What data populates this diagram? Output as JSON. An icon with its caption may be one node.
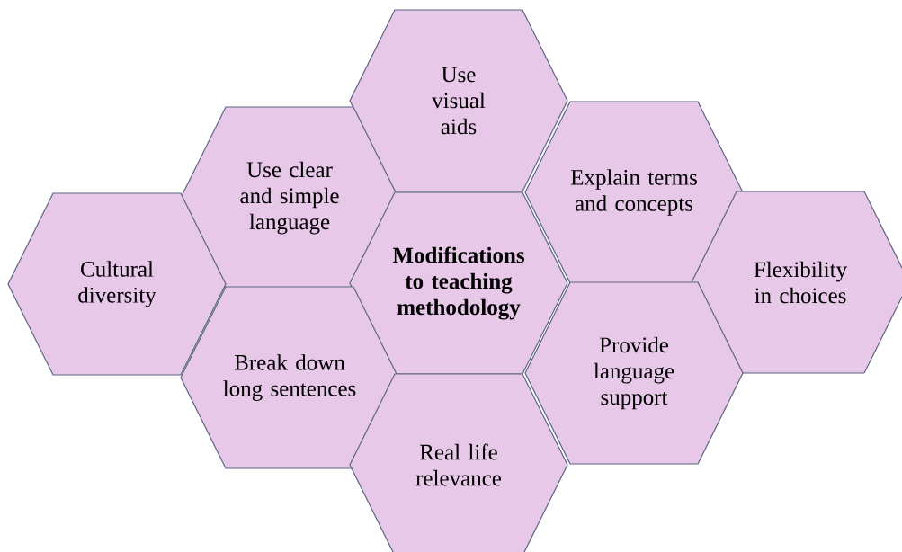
{
  "diagram": {
    "nodes": [
      {
        "text": [
          "Use visual aids"
        ]
      },
      {
        "text": [
          "Use clear and simple language"
        ]
      },
      {
        "text": [
          "Explain terms and concepts"
        ]
      },
      {
        "text": [
          "Cultural diversity"
        ]
      },
      {
        "text": [
          "**Modifications to teaching methodology**"
        ]
      },
      {
        "text": [
          "Flexibility in choices"
        ]
      },
      {
        "text": [
          "Break down long sentences"
        ]
      },
      {
        "text": [
          "Provide language support"
        ]
      },
      {
        "text": [
          "Real life relevance"
        ]
      }
    ]
  }
}
